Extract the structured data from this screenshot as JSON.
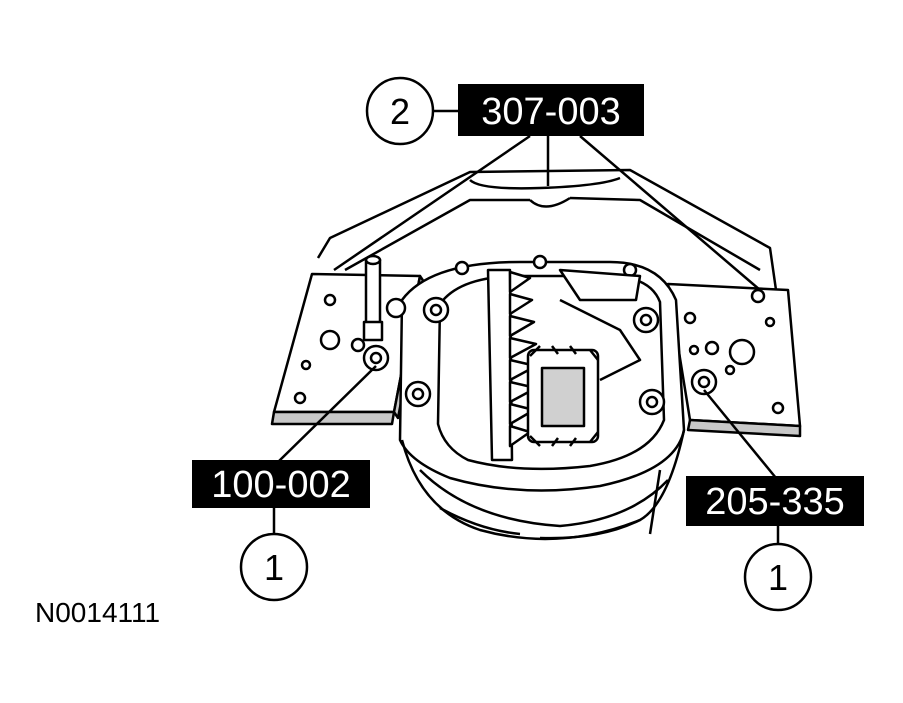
{
  "callouts": [
    {
      "number": "2",
      "tool": "307-003"
    },
    {
      "number": "1",
      "tool": "100-002"
    },
    {
      "number": "1",
      "tool": "205-335"
    }
  ],
  "figure_id": "N0014111",
  "colors": {
    "ink": "#000000",
    "paper": "#ffffff"
  }
}
